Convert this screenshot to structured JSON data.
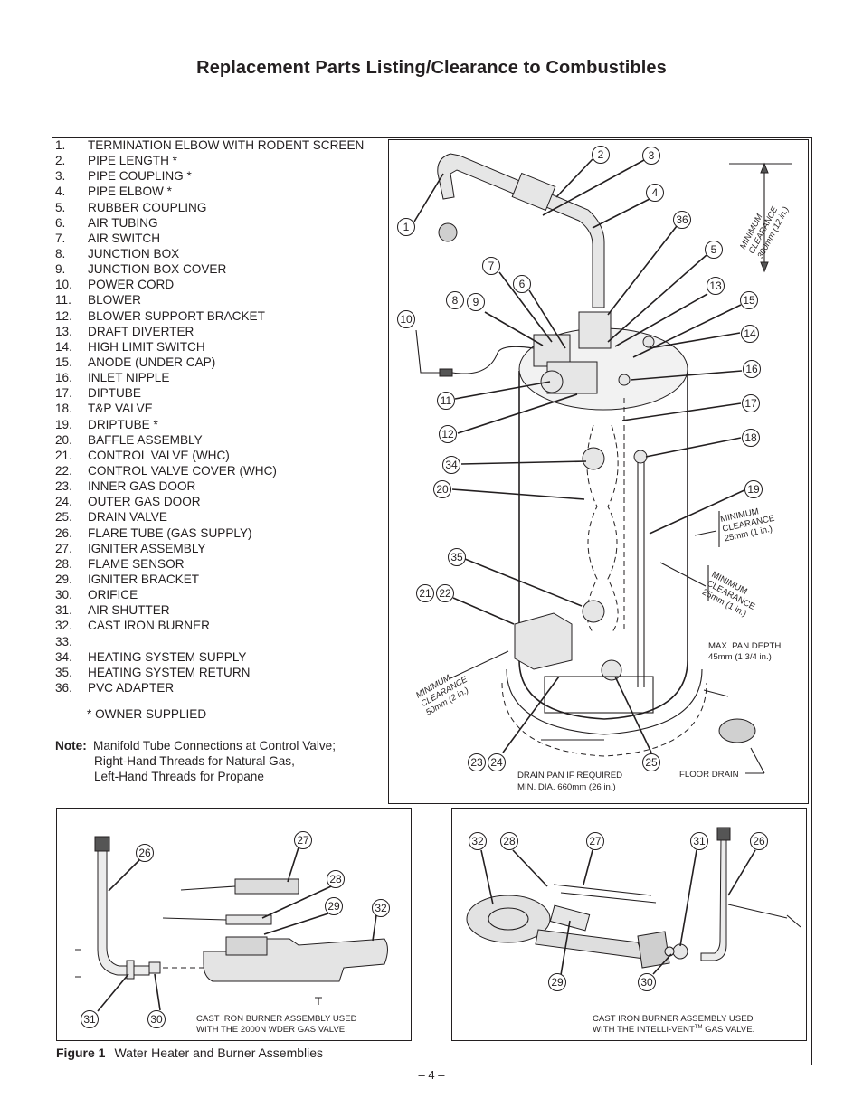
{
  "page_title": "Replacement Parts Listing/Clearance to Combustibles",
  "parts": [
    {
      "num": "1.",
      "name": "TERMINATION ELBOW WITH RODENT SCREEN"
    },
    {
      "num": "2.",
      "name": "PIPE LENGTH *"
    },
    {
      "num": "3.",
      "name": "PIPE COUPLING *"
    },
    {
      "num": "4.",
      "name": "PIPE ELBOW *"
    },
    {
      "num": "5.",
      "name": "RUBBER COUPLING"
    },
    {
      "num": "6.",
      "name": "AIR TUBING"
    },
    {
      "num": "7.",
      "name": "AIR SWITCH"
    },
    {
      "num": "8.",
      "name": "JUNCTION BOX"
    },
    {
      "num": "9.",
      "name": "JUNCTION BOX COVER"
    },
    {
      "num": "10.",
      "name": "POWER CORD"
    },
    {
      "num": "11.",
      "name": "BLOWER"
    },
    {
      "num": "12.",
      "name": "BLOWER SUPPORT BRACKET"
    },
    {
      "num": "13.",
      "name": "DRAFT DIVERTER"
    },
    {
      "num": "14.",
      "name": "HIGH LIMIT SWITCH"
    },
    {
      "num": "15.",
      "name": "ANODE (UNDER CAP)"
    },
    {
      "num": "16.",
      "name": "INLET NIPPLE"
    },
    {
      "num": "17.",
      "name": "DIPTUBE"
    },
    {
      "num": "18.",
      "name": "T&P VALVE"
    },
    {
      "num": "19.",
      "name": "DRIPTUBE *"
    },
    {
      "num": "20.",
      "name": "BAFFLE ASSEMBLY"
    },
    {
      "num": "21.",
      "name": "CONTROL VALVE (WHC)"
    },
    {
      "num": "22.",
      "name": "CONTROL VALVE COVER (WHC)"
    },
    {
      "num": "23.",
      "name": "INNER GAS DOOR"
    },
    {
      "num": "24.",
      "name": "OUTER GAS DOOR"
    },
    {
      "num": "25.",
      "name": "DRAIN VALVE"
    },
    {
      "num": "26.",
      "name": "FLARE TUBE (GAS SUPPLY)"
    },
    {
      "num": "27.",
      "name": "IGNITER ASSEMBLY"
    },
    {
      "num": "28.",
      "name": "FLAME SENSOR"
    },
    {
      "num": "29.",
      "name": "IGNITER BRACKET"
    },
    {
      "num": "30.",
      "name": "ORIFICE"
    },
    {
      "num": "31.",
      "name": "AIR SHUTTER"
    },
    {
      "num": "32.",
      "name": "CAST IRON BURNER"
    },
    {
      "num": "33.",
      "name": ""
    },
    {
      "num": "34.",
      "name": "HEATING SYSTEM SUPPLY"
    },
    {
      "num": "35.",
      "name": "HEATING SYSTEM RETURN"
    },
    {
      "num": "36.",
      "name": "PVC ADAPTER"
    }
  ],
  "owner_supplied_note": "* OWNER SUPPLIED",
  "manifold_note": {
    "label": "Note:",
    "line1": "Manifold Tube Connections at Control Valve;",
    "line2": "Right-Hand Threads for Natural Gas,",
    "line3": "Left-Hand Threads for Propane"
  },
  "main_diagram": {
    "clearance_top": [
      "MINIMUM",
      "CLEARANCE",
      "300mm (12 in.)"
    ],
    "clearance_side_1": [
      "MINIMUM",
      "CLEARANCE",
      "25mm (1 in.)"
    ],
    "clearance_side_2": [
      "MINIMUM",
      "CLEARANCE",
      "25mm (1 in.)"
    ],
    "clearance_front": [
      "MINIMUM",
      "CLEARANCE",
      "50mm (2 in.)"
    ],
    "max_pan_depth": [
      "MAX. PAN DEPTH",
      "45mm (1 3/4 in.)"
    ],
    "drain_pan": [
      "DRAIN PAN IF REQUIRED",
      "MIN. DIA. 660mm (26 in.)"
    ],
    "floor_drain": "FLOOR DRAIN",
    "callouts": [
      "1",
      "2",
      "3",
      "4",
      "36",
      "5",
      "7",
      "6",
      "13",
      "15",
      "8",
      "9",
      "10",
      "14",
      "16",
      "11",
      "17",
      "12",
      "18",
      "34",
      "19",
      "20",
      "35",
      "21",
      "22",
      "23",
      "24",
      "25"
    ]
  },
  "burner_left": {
    "caption": [
      "CAST IRON BURNER ASSEMBLY USED",
      "WITH THE 2000N WDER GAS VALVE."
    ],
    "callouts": [
      "26",
      "27",
      "28",
      "29",
      "32",
      "31",
      "30"
    ]
  },
  "burner_right": {
    "caption": [
      "CAST IRON BURNER ASSEMBLY USED",
      "WITH THE INTELLI-VENT",
      "TM",
      " GAS VALVE."
    ],
    "callouts": [
      "32",
      "28",
      "27",
      "31",
      "26",
      "29",
      "30"
    ]
  },
  "figure_caption": {
    "label": "Figure 1",
    "text": "Water Heater and Burner Assemblies"
  },
  "page_number": "– 4 –"
}
